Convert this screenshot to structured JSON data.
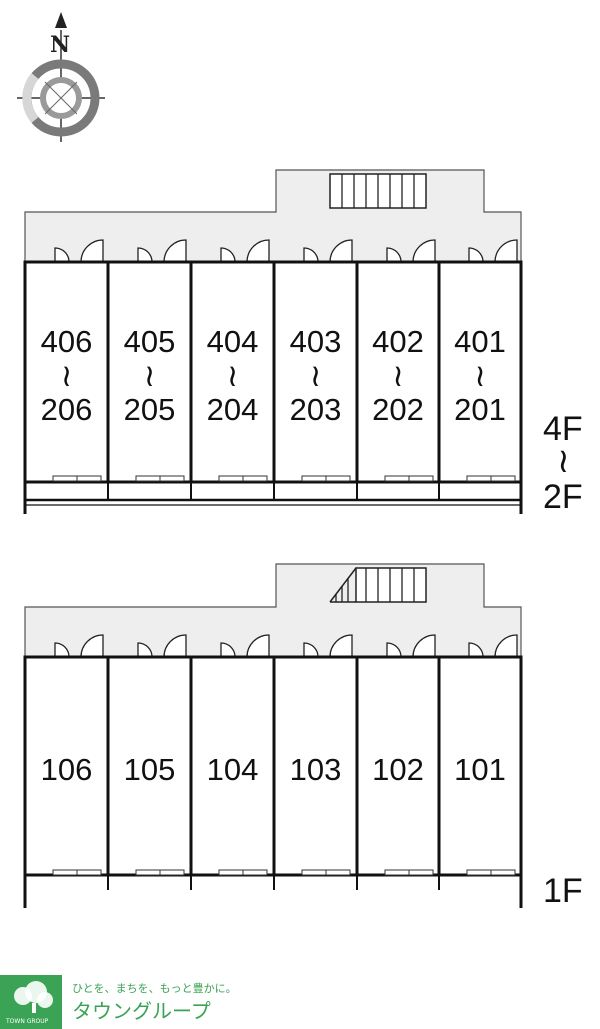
{
  "compass": {
    "label": "N"
  },
  "upper_block": {
    "units": [
      {
        "top": "406",
        "bottom": "206"
      },
      {
        "top": "405",
        "bottom": "205"
      },
      {
        "top": "404",
        "bottom": "204"
      },
      {
        "top": "403",
        "bottom": "203"
      },
      {
        "top": "402",
        "bottom": "202"
      },
      {
        "top": "401",
        "bottom": "201"
      }
    ],
    "range_mark": "≀",
    "floor_top": "4F",
    "floor_bottom": "2F"
  },
  "lower_block": {
    "units": [
      "106",
      "105",
      "104",
      "103",
      "102",
      "101"
    ],
    "floor": "1F"
  },
  "brand": {
    "slogan": "ひとを、まちを、もっと豊かに。",
    "name": "タウングループ",
    "small": "TOWN GROUP",
    "color": "#3aa356"
  }
}
